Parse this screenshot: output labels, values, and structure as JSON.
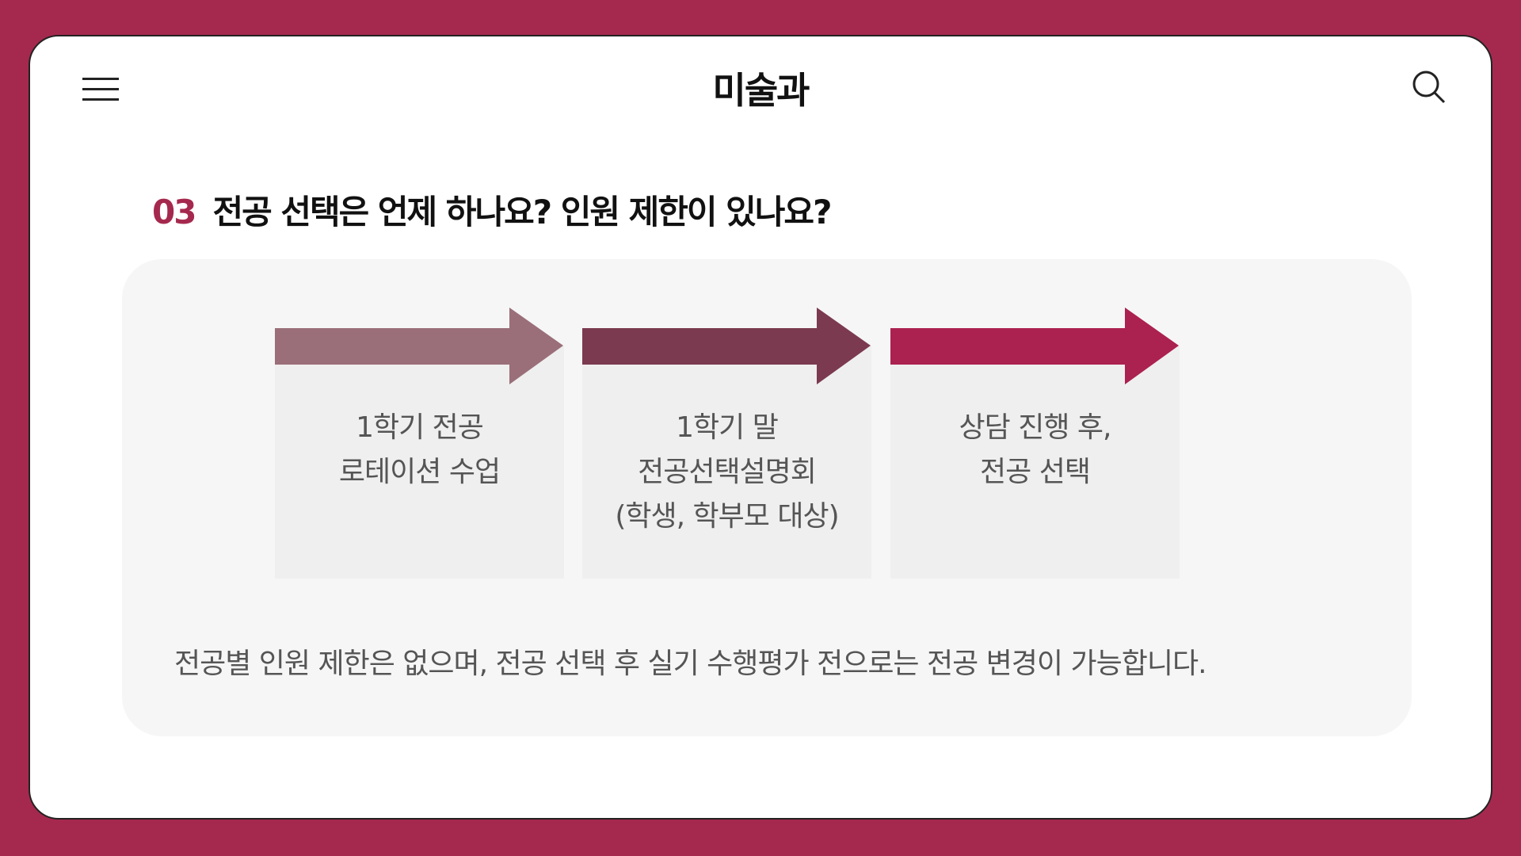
{
  "header": {
    "title": "미술과",
    "menu_icon": "hamburger-icon",
    "search_icon": "search-icon"
  },
  "question": {
    "number": "03",
    "text": "전공 선택은 언제 하나요? 인원 제한이 있나요?"
  },
  "steps": [
    {
      "color": "#9a6f79",
      "lines": [
        "1학기 전공",
        "로테이션 수업"
      ]
    },
    {
      "color": "#7b3a4f",
      "lines": [
        "1학기 말",
        "전공선택설명회",
        "(학생, 학부모 대상)"
      ]
    },
    {
      "color": "#ab2150",
      "lines": [
        "상담 진행 후,",
        "전공 선택"
      ]
    }
  ],
  "note": "전공별 인원 제한은 없으며, 전공 선택 후 실기 수행평가 전으로는 전공 변경이 가능합니다."
}
